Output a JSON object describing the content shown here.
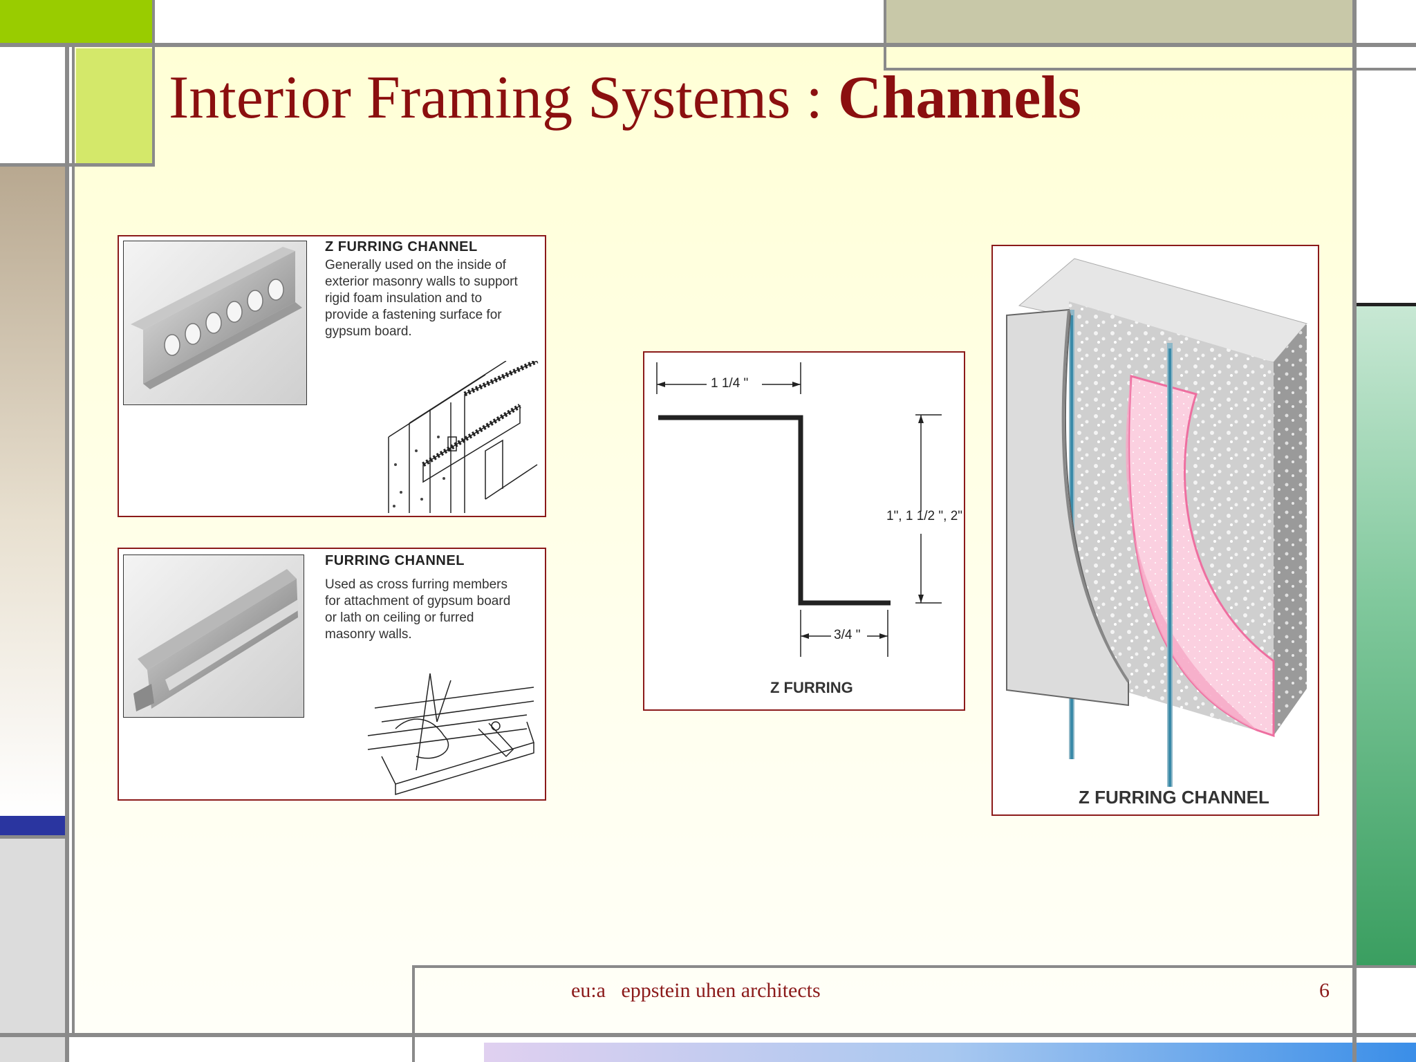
{
  "title": {
    "regular": "Interior Framing Systems : ",
    "bold": "Channels"
  },
  "z_furring_panel": {
    "heading": "Z FURRING CHANNEL",
    "lines": [
      "Generally used on the inside of",
      "exterior masonry walls to support",
      "rigid foam insulation and to",
      "provide a fastening surface for",
      "gypsum board."
    ]
  },
  "furring_panel": {
    "heading": "FURRING CHANNEL",
    "lines": [
      "Used as cross furring members",
      "for attachment of gypsum board",
      "or lath on ceiling or furred",
      "masonry walls."
    ]
  },
  "z_profile": {
    "top_dim": "1 1/4 \"",
    "height_dim": "1\", 1 1/2 \", 2\"",
    "bottom_dim": "3/4 \"",
    "caption": "Z FURRING"
  },
  "wall_section": {
    "caption": "Z FURRING CHANNEL"
  },
  "footer": {
    "text": "eu:a   eppstein uhen architects",
    "page": "6"
  },
  "colors": {
    "title": "#8b0f0f",
    "accent_lime": "#99cc00",
    "accent_olive": "#c8c8a8",
    "accent_navy": "#2a35a0",
    "accent_green": "#3a9e60"
  }
}
